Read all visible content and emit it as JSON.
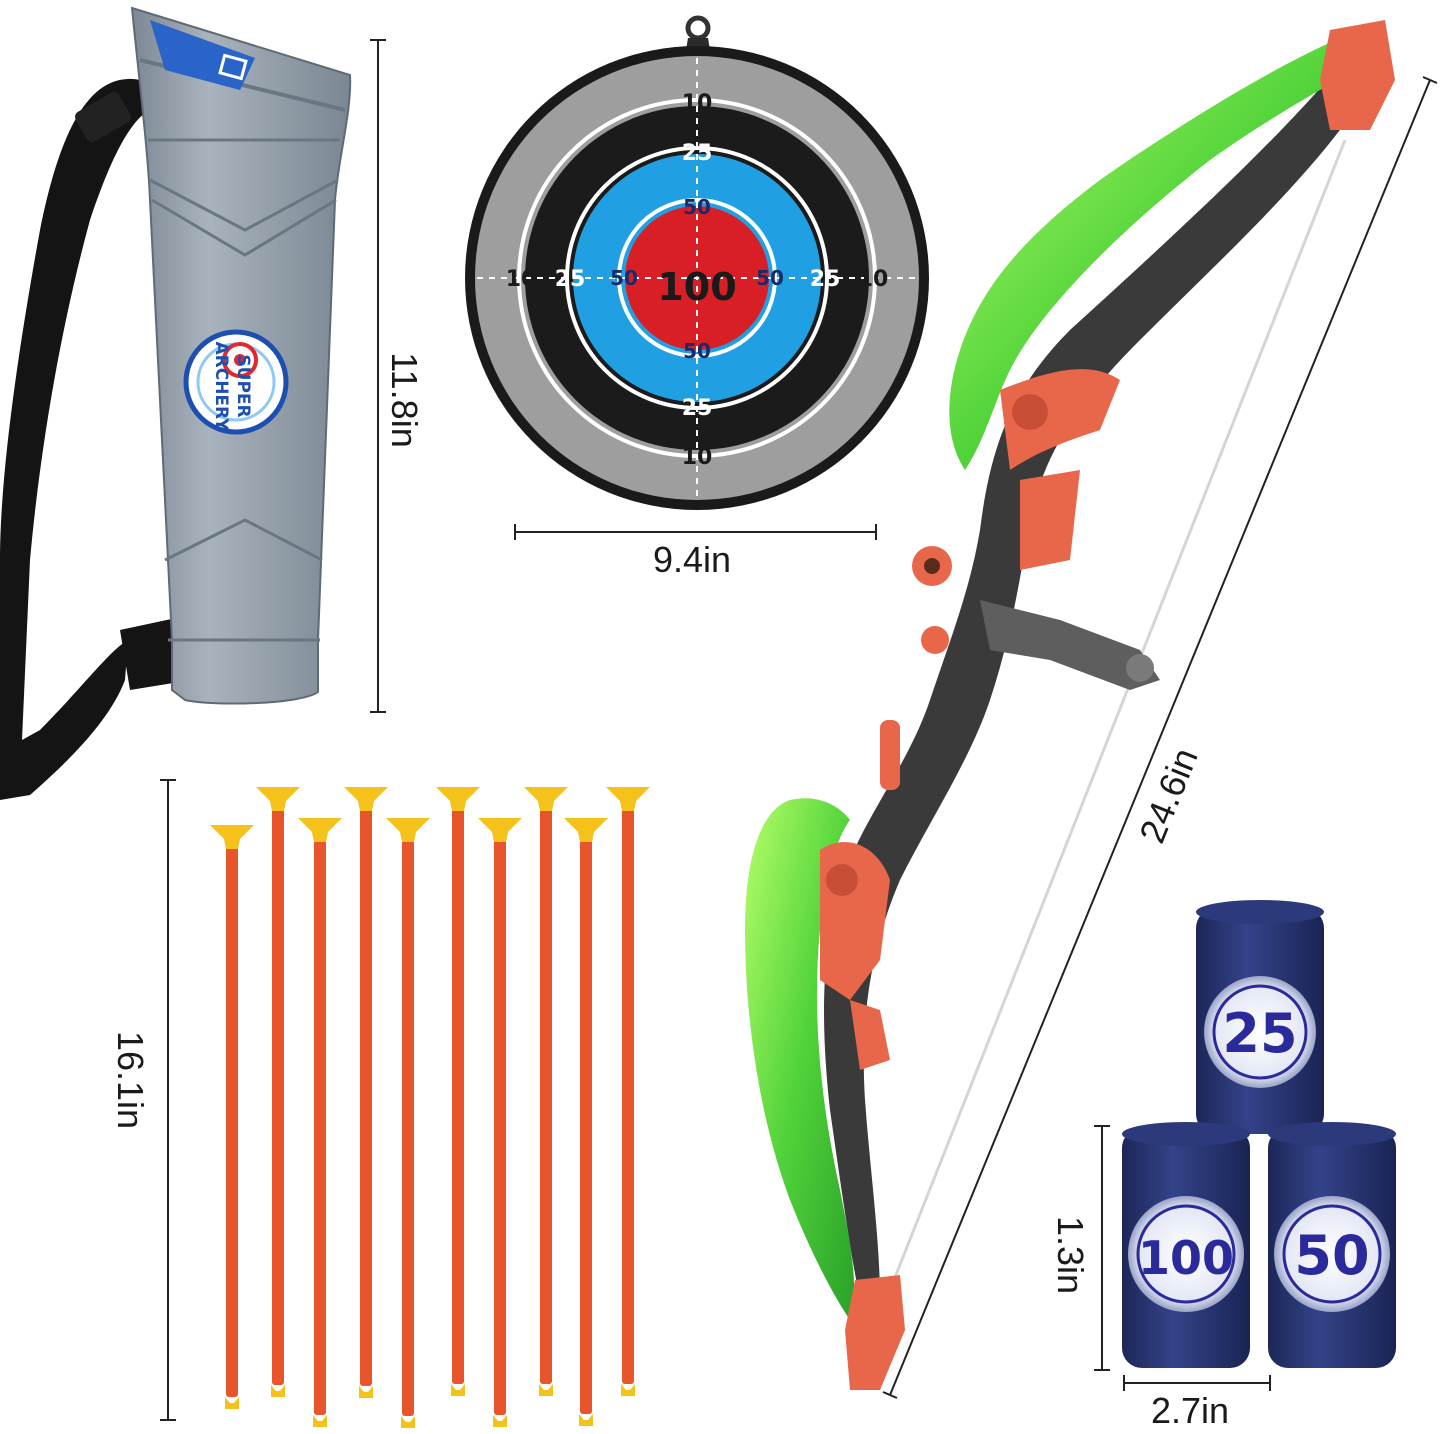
{
  "dimensions": {
    "quiver_height": "11.8in",
    "target_width": "9.4in",
    "bow_length": "24.6in",
    "arrow_length": "16.1in",
    "can_height": "1.3in",
    "can_width": "2.7in"
  },
  "quiver": {
    "logo_line1": "SUPER",
    "logo_line2": "ARCHERY"
  },
  "target": {
    "center": "100",
    "ring_50": "50",
    "ring_25": "25",
    "ring_10": "10"
  },
  "cans": {
    "top": "25",
    "bottom_left": "100",
    "bottom_right": "50"
  },
  "colors": {
    "bow_green": "#5fd43a",
    "bow_accent": "#e8674a",
    "arrow_shaft": "#e8542c",
    "suction_cup": "#f5c21b",
    "target_red": "#d81f26",
    "target_blue": "#1e9fe0",
    "can_navy": "#26346f",
    "quiver_grey": "#8d99a6"
  },
  "items_visible": {
    "arrows": 10,
    "cans": 3
  }
}
